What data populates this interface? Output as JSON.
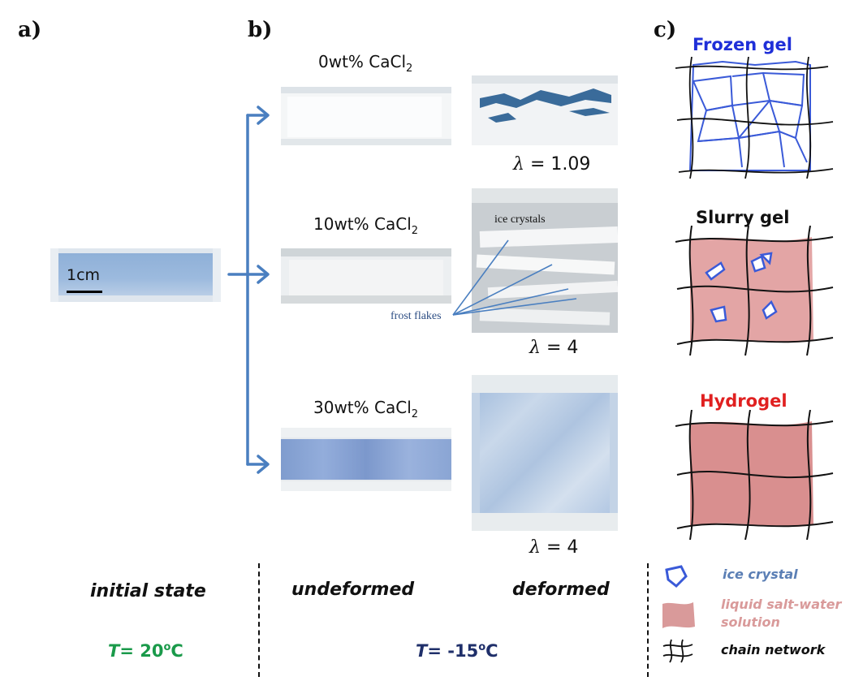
{
  "panels": {
    "a": "a)",
    "b": "b)",
    "c": "c)"
  },
  "colors": {
    "arrow": "#4a7fc0",
    "ice": "#3a5ad8",
    "solution": "#e3a5a5",
    "frozen_title": "#1f2fd8",
    "hydrogel_title": "#e02020",
    "temp_initial": "#1a9a4a",
    "temp_low": "#1f2f6a",
    "legend_ice": "#5b7fb5",
    "legend_solution": "#d99a9a"
  },
  "panel_a": {
    "scale_bar": "1cm"
  },
  "panel_b": {
    "conditions": [
      {
        "label": "0wt% CaCl",
        "sub": "2",
        "lambda_sym": "λ",
        "lambda_value": "= 1.09"
      },
      {
        "label": "10wt% CaCl",
        "sub": "2",
        "lambda_sym": "λ",
        "lambda_value": "= 4"
      },
      {
        "label": "30wt% CaCl",
        "sub": "2",
        "lambda_sym": "λ",
        "lambda_value": "= 4"
      }
    ],
    "annotations": {
      "ice_crystals": "ice crystals",
      "frost_flakes": "frost flakes"
    }
  },
  "panel_c": {
    "states": [
      "Frozen gel",
      "Slurry gel",
      "Hydrogel"
    ]
  },
  "footer": {
    "initial": "initial state",
    "undeformed": "undeformed",
    "deformed": "deformed",
    "temp_initial": {
      "prefix": "T",
      "text": "= 20",
      "sup": "o",
      "unit": "C"
    },
    "temp_low": {
      "prefix": "T",
      "text": "= -15",
      "sup": "o",
      "unit": "C"
    }
  },
  "legend": {
    "items": [
      {
        "icon": "ice-crystal-icon",
        "label": "ice crystal"
      },
      {
        "icon": "salt-solution-icon",
        "label": "liquid salt-water solution"
      },
      {
        "icon": "chain-network-icon",
        "label": "chain network"
      }
    ]
  }
}
